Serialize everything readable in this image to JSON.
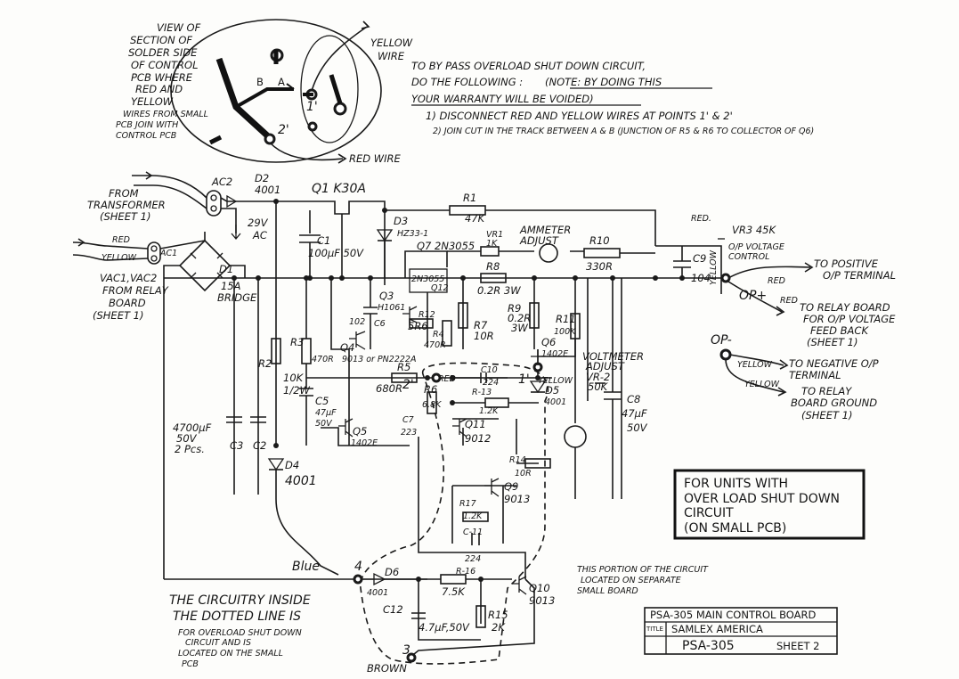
{
  "pcb_view": {
    "description_lines": [
      "VIEW OF",
      "SECTION OF",
      "SOLDER SIDE",
      "OF CONTROL",
      "PCB WHERE",
      "RED AND",
      "YELLOW",
      "WIRES FROM SMALL",
      "PCB JOIN WITH",
      "CONTROL PCB"
    ],
    "label_b": "B",
    "label_a": "A",
    "point_1": "1'",
    "point_2": "2'",
    "yellow_wire": [
      "YELLOW",
      "WIRE"
    ],
    "red_wire": "RED WIRE"
  },
  "instructions": {
    "line1": "TO BY PASS OVERLOAD SHUT DOWN CIRCUIT,",
    "line2a": "DO THE FOLLOWING :",
    "note": "(NOTE: BY DOING THIS",
    "line3": "YOUR WARRANTY WILL BE VOIDED)",
    "step1": "1) DISCONNECT RED AND YELLOW WIRES AT POINTS 1' & 2'",
    "step2": "2) JOIN CUT IN THE TRACK BETWEEN A & B (JUNCTION OF R5 & R6 TO COLLECTOR OF Q6)"
  },
  "labels": {
    "from_transformer": [
      "FROM",
      "TRANSFORMER",
      "(SHEET 1)"
    ],
    "ac2": "AC2",
    "ac1": "AC1",
    "vac_from_relay": [
      "VAC1,VAC2",
      "FROM RELAY",
      "BOARD",
      "(SHEET 1)"
    ],
    "red": "RED",
    "yellow": "YELLOW",
    "d2": [
      "D2",
      "4001"
    ],
    "v29ac": [
      "29V",
      "AC"
    ],
    "d1": [
      "D1",
      "15A",
      "BRIDGE"
    ],
    "q1": "Q1  K30A",
    "c1": [
      "C1",
      "100µF 50V"
    ],
    "d3": [
      "D3",
      "HZ33-1"
    ],
    "r1": [
      "R1",
      "47K"
    ],
    "red_tag": "RED.",
    "vr3": "VR3  45K",
    "op_voltage_control": [
      "O/P VOLTAGE",
      "CONTROL"
    ],
    "c9": [
      "C9",
      "104"
    ],
    "yellow_v": "YELLOW",
    "to_positive": [
      "TO POSITIVE",
      "O/P TERMINAL"
    ],
    "op_plus": "OP+",
    "to_relay_board": [
      "TO RELAY BOARD",
      "FOR O/P VOLTAGE",
      "FEED BACK",
      "(SHEET 1)"
    ],
    "op_minus": "OP-",
    "to_negative": [
      "TO NEGATIVE O/P",
      "TERMINAL"
    ],
    "to_relay_ground": [
      "TO RELAY",
      "BOARD GROUND",
      "(SHEET 1)"
    ],
    "q7": "Q7  2N3055",
    "q7b": "2N3055",
    "q12": "Q12",
    "vr1": [
      "VR1",
      "1K"
    ],
    "ammeter_adjust": [
      "AMMETER",
      "ADJUST"
    ],
    "r10": [
      "R10",
      "330R"
    ],
    "r8": [
      "R8",
      "0.2R 3W"
    ],
    "r9": [
      "R9",
      "0.2R",
      "3W"
    ],
    "r7": [
      "R7",
      "10R"
    ],
    "r11": [
      "R11",
      "100K"
    ],
    "q6": [
      "Q6",
      "1402E"
    ],
    "voltmeter_adjust": [
      "VOLTMETER",
      "ADJUST",
      "VR-2",
      "50K"
    ],
    "c8": [
      "C8",
      "47µF",
      "50V"
    ],
    "q3": [
      "Q3",
      "H1061"
    ],
    "c6": [
      "102",
      "C6"
    ],
    "r12": [
      "R12",
      "5R6"
    ],
    "r4": [
      "R4",
      "470R"
    ],
    "r3": [
      "R3",
      "470R"
    ],
    "q4": [
      "Q4",
      "9013 or PN2222A"
    ],
    "r2": [
      "R2",
      "10K",
      "1/2W"
    ],
    "r5": [
      "R5",
      "680R"
    ],
    "r6": [
      "R6",
      "6.8K"
    ],
    "c10": [
      "C10",
      "224"
    ],
    "r13": [
      "R-13",
      "1.2K"
    ],
    "d5": [
      "D5",
      "4001"
    ],
    "c5": [
      "C5",
      "47µF",
      "50V"
    ],
    "q5": [
      "Q5",
      "1402E"
    ],
    "c7": [
      "C7",
      "223"
    ],
    "q11": [
      "Q11",
      "9012"
    ],
    "r14": [
      "R14",
      "10R"
    ],
    "q9": [
      "Q9",
      "9013"
    ],
    "r17": [
      "R17",
      "1.2K"
    ],
    "c11": [
      "C-11",
      "224"
    ],
    "c3c2": [
      "4700µF",
      "50V",
      "2 Pcs."
    ],
    "c3": "C3",
    "c2": "C2",
    "d4": [
      "D4",
      "4001"
    ],
    "blue": "Blue",
    "d6": [
      "D6",
      "4001"
    ],
    "r16": [
      "R-16",
      "7.5K"
    ],
    "q10": [
      "Q10",
      "9013"
    ],
    "c12": [
      "C12",
      "4.7µF,50V"
    ],
    "r15": [
      "R15",
      "2K"
    ],
    "brown": "BROWN",
    "yellow_q6": "YELLOW",
    "red_r5": "RED",
    "node_4": "4",
    "node_3": "3",
    "node_2": "2'",
    "node_1": "1'",
    "yellow_op": "YELLOW",
    "yellow_op2": "YELLOW"
  },
  "notes": {
    "dotted": [
      "THE CIRCUITRY INSIDE",
      "THE DOTTED LINE IS"
    ],
    "dotted_small": [
      "FOR OVERLOAD SHUT DOWN",
      "CIRCUIT AND IS",
      "LOCATED ON THE SMALL",
      "PCB"
    ],
    "separate": [
      "THIS PORTION OF THE CIRCUIT",
      "LOCATED ON SEPARATE",
      "SMALL BOARD"
    ],
    "units_box": [
      "FOR UNITS WITH",
      "OVER LOAD SHUT DOWN",
      "CIRCUIT",
      "(ON SMALL PCB)"
    ]
  },
  "title_block": {
    "title": "PSA-305  MAIN CONTROL BOARD",
    "title_tag": "TITLE",
    "company": "SAMLEX AMERICA",
    "drawing": "PSA-305",
    "sheet": "SHEET 2"
  }
}
